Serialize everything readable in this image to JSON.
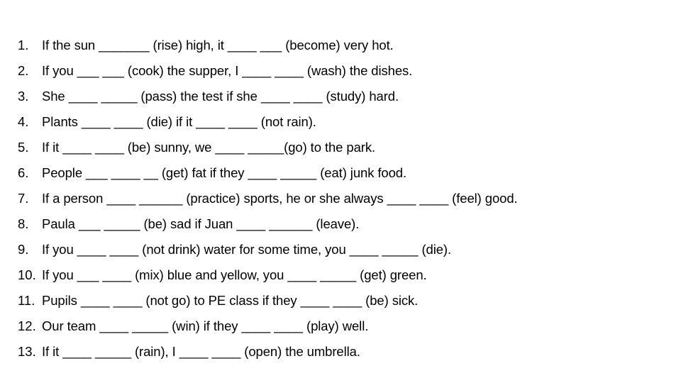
{
  "document": {
    "type": "worksheet",
    "background_color": "#ffffff",
    "text_color": "#000000"
  },
  "exercises": [
    {
      "number": "1.",
      "text": "If the sun _______ (rise) high, it ____ ___ (become) very hot."
    },
    {
      "number": "2.",
      "text": "If you ___ ___ (cook) the supper, I ____ ____ (wash) the dishes."
    },
    {
      "number": "3.",
      "text": "She ____ _____ (pass) the test if she ____ ____ (study) hard."
    },
    {
      "number": "4.",
      "text": "Plants ____ ____ (die) if it ____ ____ (not rain)."
    },
    {
      "number": "5.",
      "text": "If it ____ ____ (be) sunny, we ____ _____(go) to the park."
    },
    {
      "number": "6.",
      "text": "People ___ ____ __ (get) fat if they ____ _____ (eat) junk food."
    },
    {
      "number": "7.",
      "text": "If a person ____ ______ (practice) sports, he or she always ____ ____ (feel) good."
    },
    {
      "number": "8.",
      "text": "Paula ___ _____ (be) sad if Juan ____ ______ (leave)."
    },
    {
      "number": "9.",
      "text": "If you ____ ____ (not drink) water for some time, you ____ _____ (die)."
    },
    {
      "number": "10.",
      "text": "If you ___ ____ (mix) blue and yellow, you ____ _____ (get) green."
    },
    {
      "number": "11.",
      "text": "Pupils ____ ____ (not go) to PE class if they ____ ____ (be) sick."
    },
    {
      "number": "12.",
      "text": "Our team ____ _____ (win) if they ____ ____ (play) well."
    },
    {
      "number": "13.",
      "text": "If it ____ _____ (rain), I ____ ____ (open) the umbrella."
    }
  ]
}
